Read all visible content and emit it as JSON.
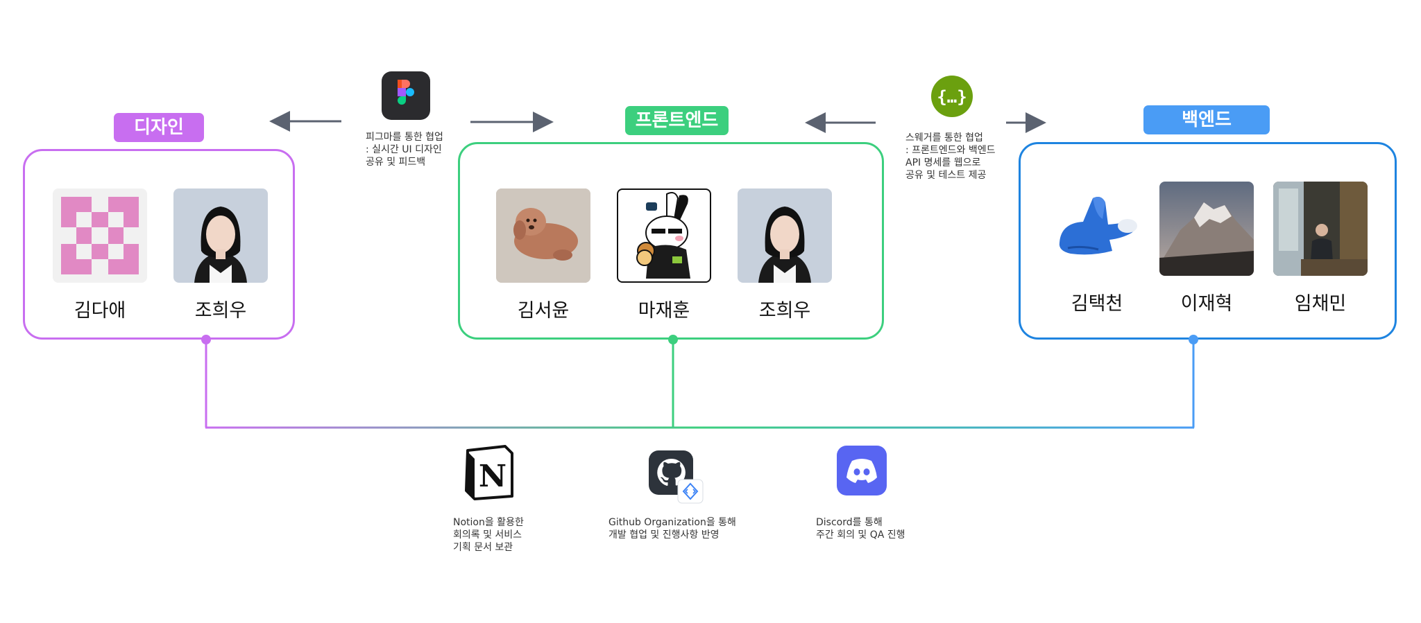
{
  "groups": [
    {
      "id": "design",
      "label": "디자인",
      "color": "#c86ef0",
      "members": [
        {
          "name": "김다애",
          "avatar": "checker-pattern-pink"
        },
        {
          "name": "조희우",
          "avatar": "portrait-woman"
        }
      ]
    },
    {
      "id": "frontend",
      "label": "프론트엔드",
      "color": "#3ccf7e",
      "members": [
        {
          "name": "김서윤",
          "avatar": "brown-poodle-photo"
        },
        {
          "name": "마재훈",
          "avatar": "rabbit-cartoon"
        },
        {
          "name": "조희우",
          "avatar": "portrait-woman"
        }
      ]
    },
    {
      "id": "backend",
      "label": "백엔드",
      "color": "#4a9cf5",
      "border_color": "#1e84e0",
      "members": [
        {
          "name": "김택천",
          "avatar": "blue-bird-figure"
        },
        {
          "name": "이재혁",
          "avatar": "snowy-mountain-photo"
        },
        {
          "name": "임채민",
          "avatar": "cafe-person-photo"
        }
      ]
    }
  ],
  "collab": {
    "figma": {
      "icon": "figma-icon",
      "text": "피그마를 통한 협업\n: 실시간 UI 디자인\n공유 및 피드백"
    },
    "swagger": {
      "icon": "swagger-icon",
      "text": "스웨거를 통한 협업\n: 프론트엔드와 백엔드\nAPI 명세를 웹으로\n공유 및 테스트 제공"
    }
  },
  "tools": [
    {
      "id": "notion",
      "icon": "notion-icon",
      "text": "Notion을 활용한\n회의록 및 서비스\n기획 문서 보관"
    },
    {
      "id": "github",
      "icon": "github-icon",
      "text": "Github Organization을 통해\n개발 협업 및 진행사항 반영"
    },
    {
      "id": "discord",
      "icon": "discord-icon",
      "text": "Discord를 통해\n주간 회의 및 QA 진행"
    }
  ]
}
